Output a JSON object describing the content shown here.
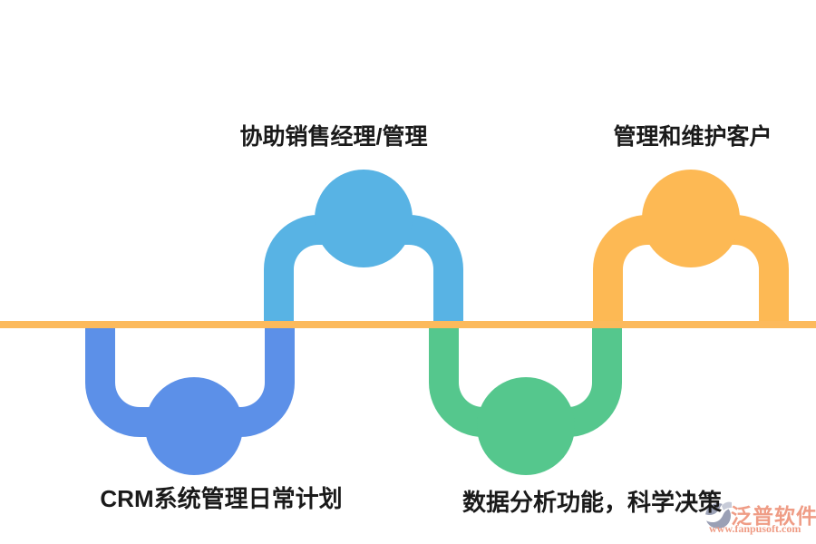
{
  "diagram": {
    "description": "CRM process snake diagram: four loops alternating below/above an orange timeline",
    "background_color": "#ffffff",
    "timeline_color": "#FCBA5C",
    "label_text_color": "#1a1a1a",
    "steps": [
      {
        "label": "CRM系统管理日常计划",
        "color": "#5C90E8",
        "side": "below"
      },
      {
        "label": "协助销售经理/管理",
        "color": "#58B3E4",
        "side": "above"
      },
      {
        "label": "数据分析功能，科学决策",
        "color": "#55C78D",
        "side": "below"
      },
      {
        "label": "管理和维护客户",
        "color": "#FDB954",
        "side": "above"
      }
    ]
  },
  "watermark": {
    "brand": "泛普软件",
    "url": "www.fanpusoft.com",
    "text_color": "#EF9C85",
    "logo_color": "#9AA0B5"
  }
}
